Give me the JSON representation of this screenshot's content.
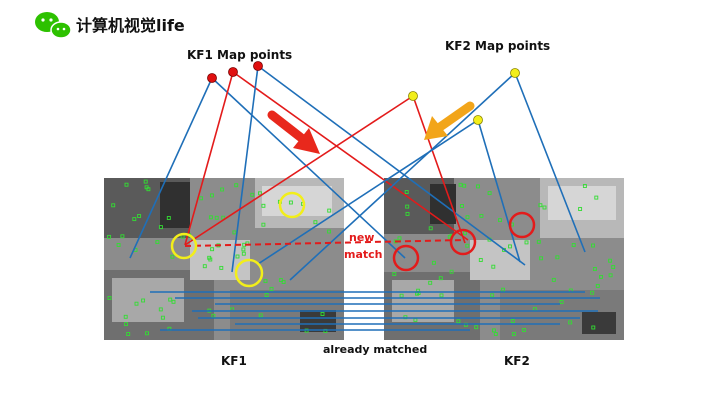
{
  "brand": {
    "logo": "wechat-logo",
    "name": "计算机视觉life"
  },
  "labels": {
    "kf1_map_points": "KF1 Map points",
    "kf2_map_points": "KF2 Map points",
    "new": "new",
    "match": "match",
    "already_matched": "already matched",
    "kf1": "KF1",
    "kf2": "KF2"
  },
  "colors": {
    "blue_line": "#1f6fb8",
    "red_line": "#e31b1b",
    "kf1_point": "#e01010",
    "kf2_point": "#f2ee1a",
    "red_arrow": "#e8281c",
    "orange_arrow": "#f2a51a",
    "feature_green": "#33dd33",
    "logo_green": "#2dc100"
  },
  "icons": [
    "wechat-logo",
    "red-arrow",
    "orange-arrow"
  ]
}
